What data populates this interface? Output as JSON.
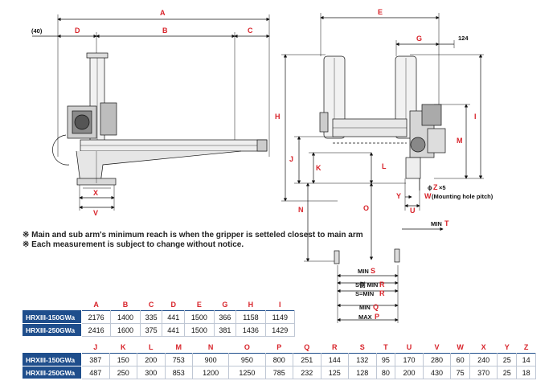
{
  "side_view": {
    "labels": {
      "A": "A",
      "B": "B",
      "C": "C",
      "D": "D",
      "X": "X",
      "V": "V",
      "offset": "(40)"
    }
  },
  "front_view": {
    "labels": {
      "E": "E",
      "G": "G",
      "H": "H",
      "I": "I",
      "J": "J",
      "K": "K",
      "L": "L",
      "M": "M",
      "N": "N",
      "O": "O",
      "Y": "Y",
      "U": "U",
      "S": "S",
      "R": "R",
      "P": "P",
      "Q": "Q",
      "T": "T",
      "W": "W",
      "Z": "Z",
      "dim124": "124"
    },
    "z_note_prefix": "ϕ",
    "z_note_suffix": " ×5",
    "w_note": "(Mounting hole pitch)",
    "min_t": "MIN",
    "min_s": "MIN",
    "s_sub_min_r": "S側 MIN",
    "s_eq_min_r": "S=MIN",
    "min_q": "MIN",
    "max_p": "MAX"
  },
  "notes": [
    "※ Main and sub arm's minimum reach is when the gripper is setteled closest to main arm",
    "※ Each measurement is subject to change without notice."
  ],
  "table1": {
    "headers": [
      "A",
      "B",
      "C",
      "D",
      "E",
      "G",
      "H",
      "I"
    ],
    "rows": [
      {
        "model": "HRXIII-150GWa",
        "values": [
          "2176",
          "1400",
          "335",
          "441",
          "1500",
          "366",
          "1158",
          "1149"
        ]
      },
      {
        "model": "HRXIII-250GWa",
        "values": [
          "2416",
          "1600",
          "375",
          "441",
          "1500",
          "381",
          "1436",
          "1429"
        ]
      }
    ]
  },
  "table2": {
    "headers": [
      "J",
      "K",
      "L",
      "M",
      "N",
      "O",
      "P",
      "Q",
      "R",
      "S",
      "T",
      "U",
      "V",
      "W",
      "X",
      "Y",
      "Z"
    ],
    "rows": [
      {
        "model": "HRXIII-150GWa",
        "values": [
          "387",
          "150",
          "200",
          "753",
          "900",
          "950",
          "800",
          "251",
          "144",
          "132",
          "95",
          "170",
          "280",
          "60",
          "240",
          "25",
          "14"
        ]
      },
      {
        "model": "HRXIII-250GWa",
        "values": [
          "487",
          "250",
          "300",
          "853",
          "1200",
          "1250",
          "785",
          "232",
          "125",
          "128",
          "80",
          "200",
          "430",
          "75",
          "370",
          "25",
          "18"
        ]
      }
    ]
  }
}
